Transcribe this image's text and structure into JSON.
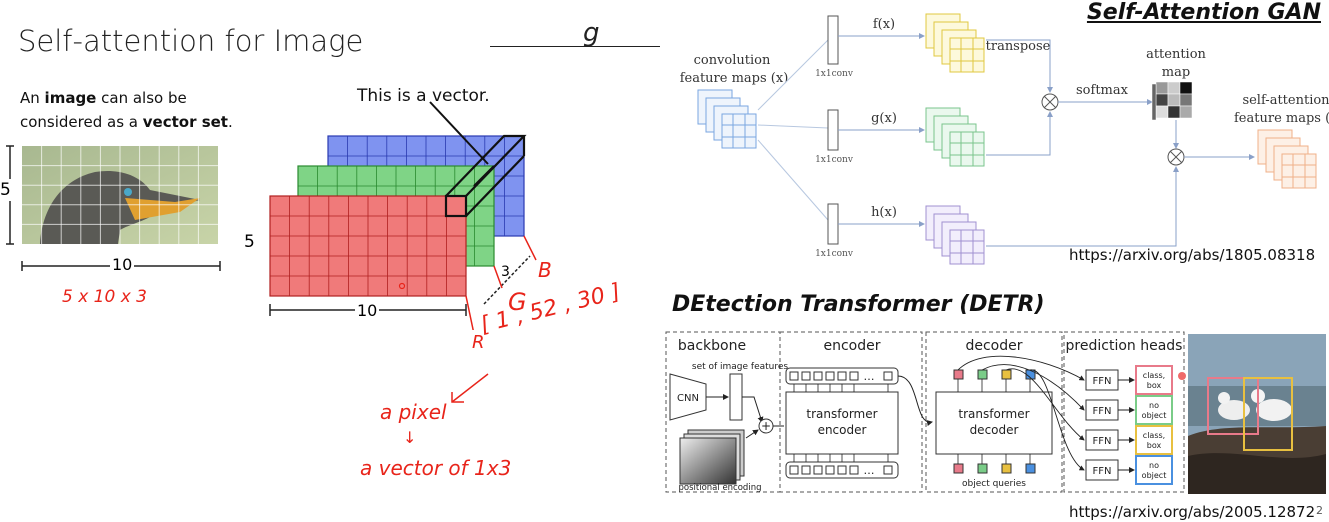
{
  "slide": {
    "title": "Self-attention for Image",
    "intro_line1_a": "An ",
    "intro_line1_b": "image",
    "intro_line1_c": " can also be",
    "intro_line2_a": "considered as a ",
    "intro_line2_b": "vector set",
    "intro_line2_c": ".",
    "bird_height": "5",
    "bird_width": "10",
    "vector_label": "This is a vector.",
    "tensor_height": "5",
    "tensor_width": "10",
    "tensor_depth": "3",
    "colors": {
      "red": "#f07a7a",
      "green": "#7fd486",
      "blue": "#7f93f0",
      "pen": "#e8241a"
    }
  },
  "handwriting": {
    "dims": "5 x 10 x 3",
    "channel_r": "R",
    "channel_g": "G",
    "channel_b": "B",
    "pixel_values": "[ 1 , 52 , 30 ]",
    "a_pixel": "a pixel",
    "arrow_down": "↓",
    "a_vector": "a vector of 1x3",
    "scribble": "g"
  },
  "sagan": {
    "title": "Self-Attention GAN",
    "conv_maps": [
      "convolution",
      "feature maps (x)"
    ],
    "fx": "f(x)",
    "gx": "g(x)",
    "hx": "h(x)",
    "conv1x1": "1x1conv",
    "transpose": "transpose",
    "softmax": "softmax",
    "attention_map": [
      "attention",
      "map"
    ],
    "self_attention_maps": [
      "self-attention",
      "feature maps (o"
    ],
    "url": "https://arxiv.org/abs/1805.08318",
    "colors": {
      "x": "#7aa6e0",
      "f": "#e8d872",
      "g": "#88cc9a",
      "h": "#a999d8",
      "o": "#f0b088"
    }
  },
  "detr": {
    "title": "DEtection Transformer (DETR)",
    "backbone": "backbone",
    "image_features": "set of image features",
    "cnn": "CNN",
    "positional_encoding": "positional encoding",
    "encoder": "encoder",
    "transformer_encoder": [
      "transformer",
      "encoder"
    ],
    "decoder": "decoder",
    "transformer_decoder": [
      "transformer",
      "decoder"
    ],
    "object_queries": "object queries",
    "prediction_heads": "prediction heads",
    "ffn": "FFN",
    "heads": [
      {
        "label": [
          "class,",
          "box"
        ],
        "color": "#e87a8a"
      },
      {
        "label": [
          "no",
          "object"
        ],
        "color": "#7acc88"
      },
      {
        "label": [
          "class,",
          "box"
        ],
        "color": "#e8c040"
      },
      {
        "label": [
          "no",
          "object"
        ],
        "color": "#4a90e0"
      }
    ],
    "ellipsis": "…",
    "plus": "+",
    "url": "https://arxiv.org/abs/2005.12872",
    "page_number": "2"
  }
}
